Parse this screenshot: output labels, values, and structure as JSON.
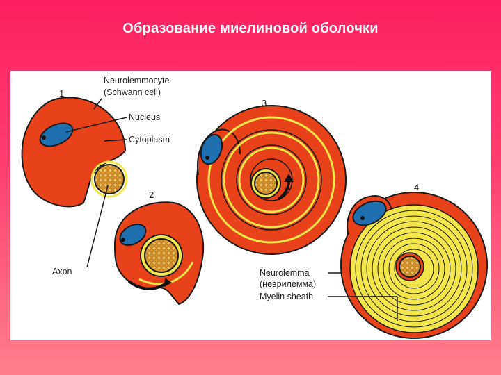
{
  "slide": {
    "title": "Образование миелиновой оболочки"
  },
  "diagram": {
    "stages": [
      "1",
      "2",
      "3",
      "4"
    ],
    "labels": {
      "neurolemmocyte": "Neurolemmocyte",
      "schwann_cell": "(Schwann cell)",
      "nucleus": "Nucleus",
      "cytoplasm": "Cytoplasm",
      "axon": "Axon",
      "neurolemma": "Neurolemma",
      "neurilemma_ru": "(неврилемма)",
      "myelin_sheath": "Myelin sheath"
    },
    "colors": {
      "cytoplasm": "#e8421a",
      "myelin": "#f3e64a",
      "nucleus": "#1e6fb0",
      "axon": "#d9952a",
      "outline": "#1a1a1a"
    }
  }
}
